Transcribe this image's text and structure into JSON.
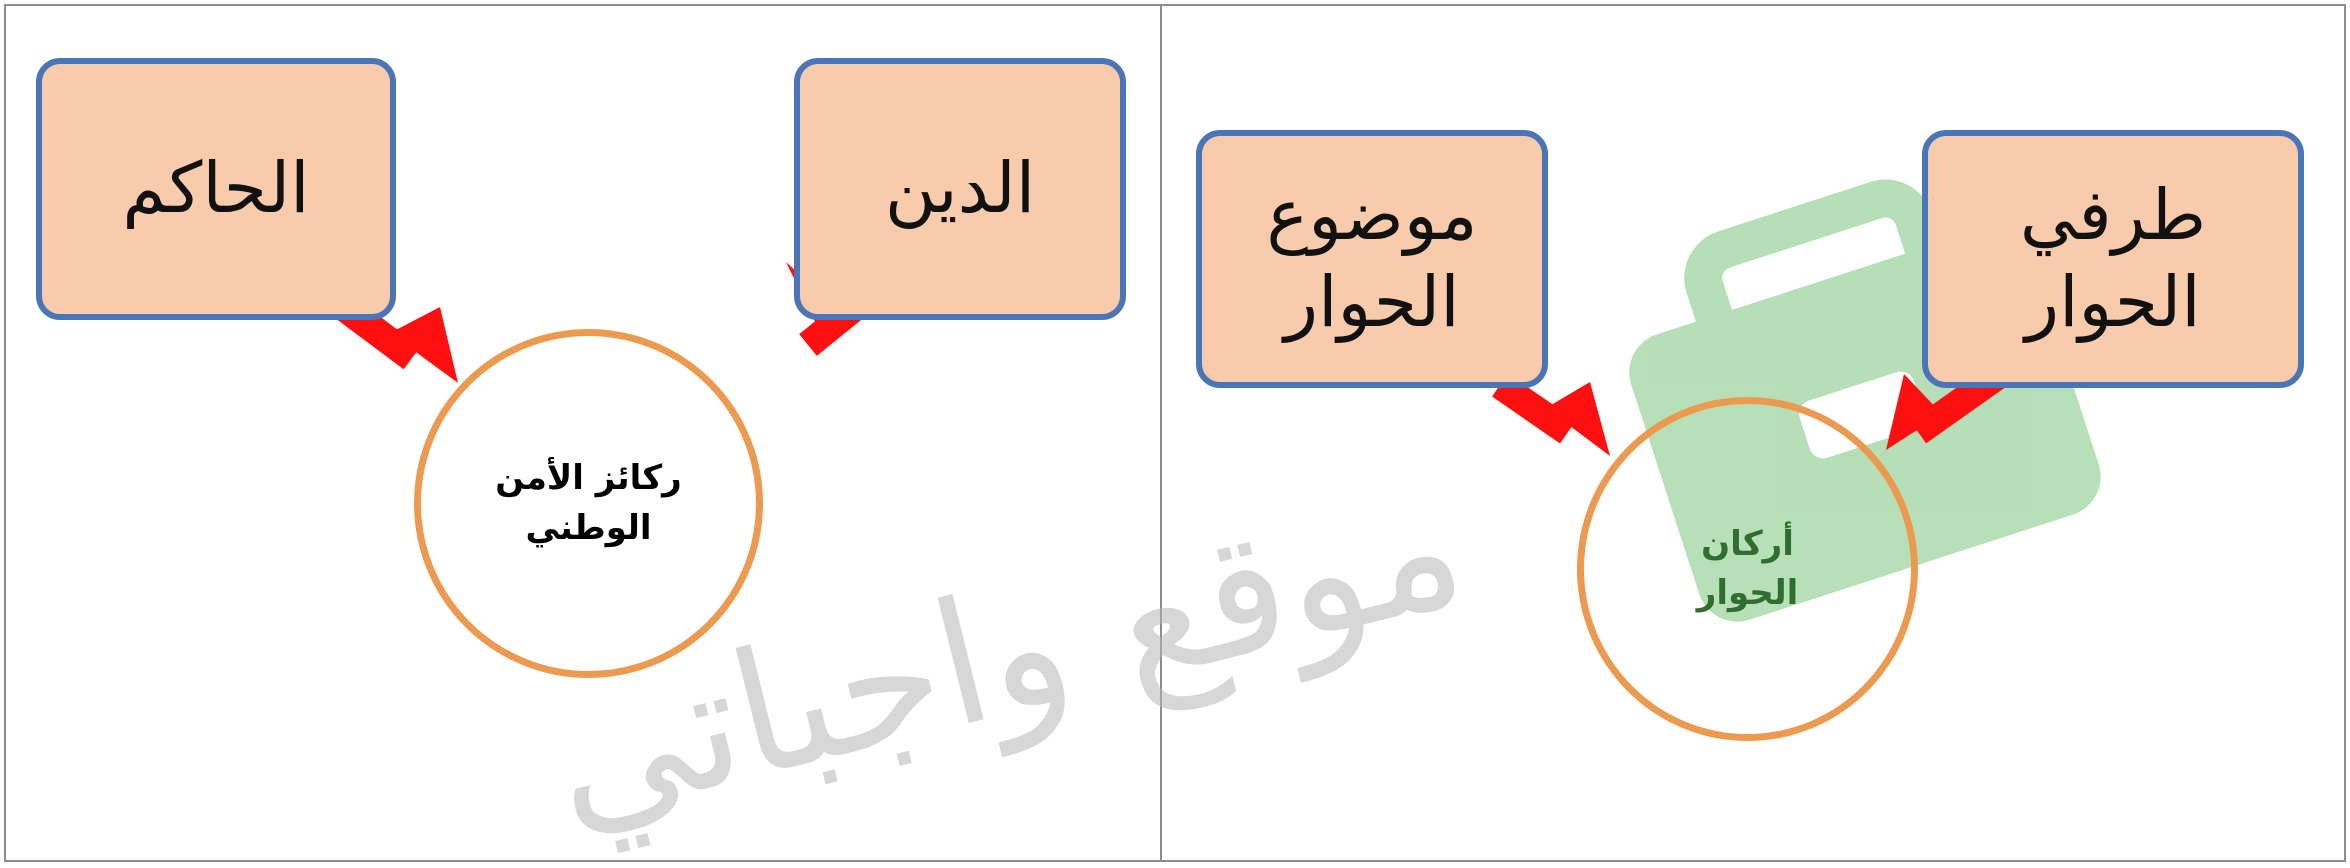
{
  "left_panel": {
    "box_right": "الدين",
    "box_left": "الحاكم",
    "circle": [
      "ركائز الأمن",
      "الوطني"
    ]
  },
  "right_panel": {
    "box_right": [
      "طرفي",
      "الحوار"
    ],
    "box_left": [
      "موضوع",
      "الحوار"
    ],
    "circle": [
      "أركان",
      "الحوار"
    ]
  },
  "watermark": {
    "text": "موقع واجباتي",
    "icon": "briefcase-icon"
  },
  "colors": {
    "box_fill": "#f9cbad",
    "box_border": "#4a76b8",
    "circle_border": "#eb9a50",
    "arrow": "#ff1010",
    "watermark_green": "#7bc67e",
    "watermark_gray": "#b7b7b7"
  }
}
